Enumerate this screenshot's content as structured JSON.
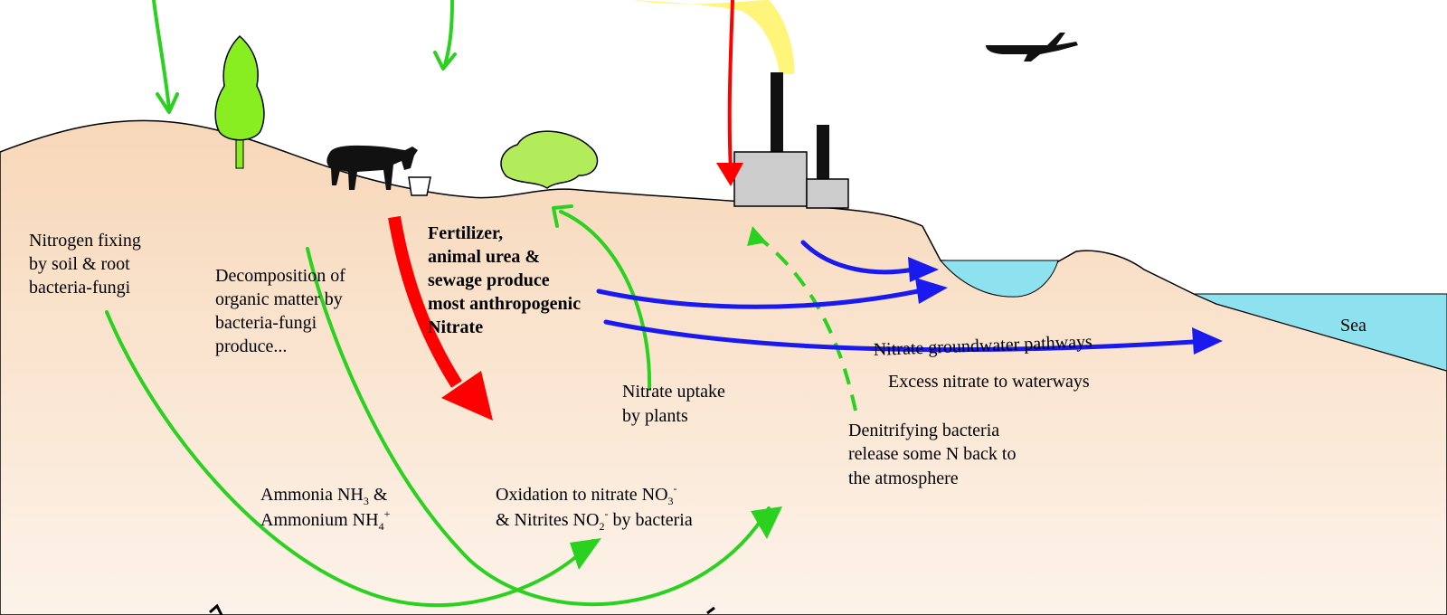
{
  "labels": {
    "nitrogen_fixing": [
      "Nitrogen fixing",
      "by soil & root",
      "bacteria-fungi"
    ],
    "decomposition": [
      "Decomposition of",
      "organic matter by",
      " bacteria-fungi",
      "produce..."
    ],
    "fertilizer": [
      "Fertilizer,",
      "animal urea &",
      "sewage produce",
      "most anthropogenic",
      "Nitrate"
    ],
    "uptake": [
      "Nitrate uptake",
      "by plants"
    ],
    "groundwater": "Nitrate groundwater pathways",
    "excess": "Excess nitrate to waterways",
    "denitrifying": [
      "Denitrifying bacteria",
      "release some N back to",
      "the atmosphere"
    ],
    "ammonia_line1": {
      "text": "Ammonia NH",
      "sub": "3",
      "tail": " &"
    },
    "ammonia_line2": {
      "text": "Ammonium NH",
      "sub": "4",
      "sup": "+"
    },
    "oxidation_line1": {
      "text": "Oxidation to nitrate NO",
      "sub": "3",
      "sup": "-"
    },
    "oxidation_line2": {
      "text": "& Nitrites NO",
      "sub": "2",
      "sup": "-",
      "tail": " by bacteria"
    },
    "sea": "Sea"
  },
  "colors": {
    "soil": "#f9e3cc",
    "soil_outline": "#000000",
    "water": "#8ee1ef",
    "green_arrow": "#2ad21f",
    "red_arrow": "#ff0000",
    "blue_arrow": "#1a1aee",
    "smoke": "#fff57a",
    "tree": "#88ee22",
    "bush": "#b3ec5a",
    "factory": "#cccccc"
  },
  "icons": [
    "tree-icon",
    "cow-icon",
    "bucket-icon",
    "bush-icon",
    "factory-icon",
    "chimney-icon",
    "airplane-icon"
  ]
}
